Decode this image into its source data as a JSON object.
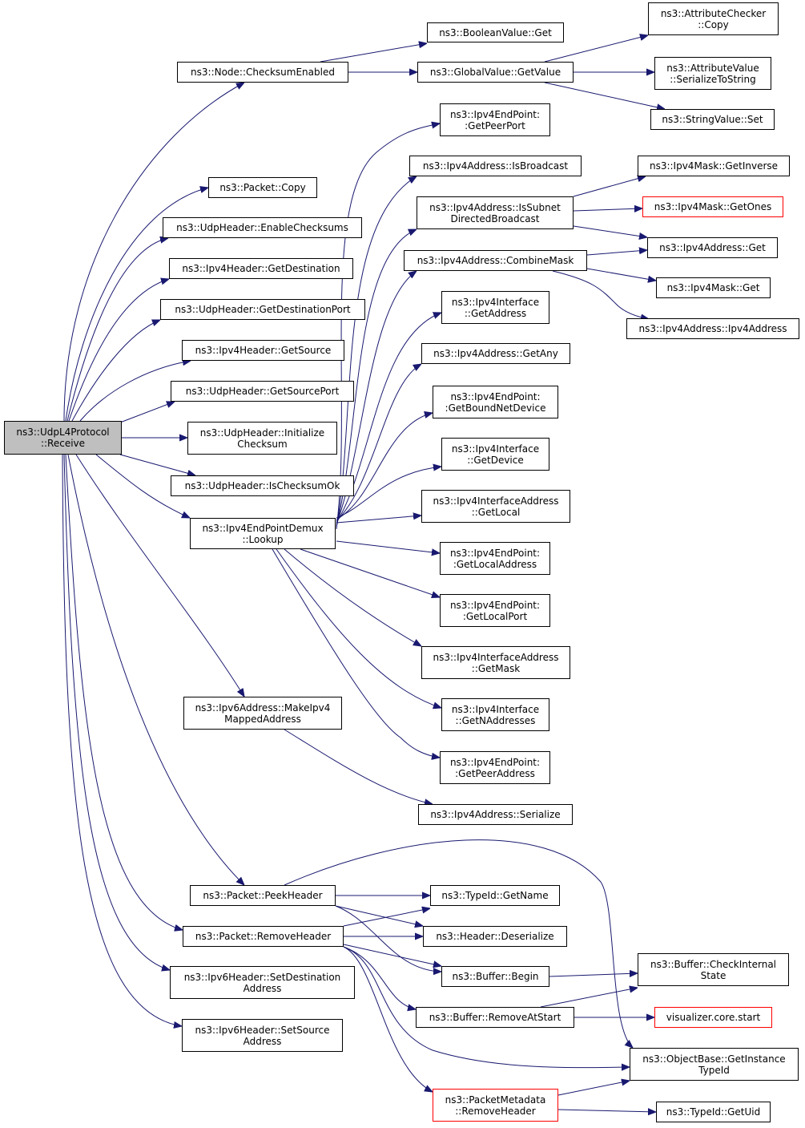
{
  "diagram": {
    "colors": {
      "edge": "#191970",
      "root_fill": "#bfbfbf",
      "node_border": "#000000",
      "incomplete_border": "#ff0000"
    },
    "nodes": {
      "udp_receive": "ns3::UdpL4Protocol\n::Receive",
      "node_checksum_enabled": "ns3::Node::ChecksumEnabled",
      "boolean_value_get": "ns3::BooleanValue::Get",
      "global_value_getvalue": "ns3::GlobalValue::GetValue",
      "attribute_checker_copy": "ns3::AttributeChecker\n::Copy",
      "attribute_value_serialize": "ns3::AttributeValue\n::SerializeToString",
      "string_value_set": "ns3::StringValue::Set",
      "packet_copy": "ns3::Packet::Copy",
      "udp_enable_checksums": "ns3::UdpHeader::EnableChecksums",
      "ipv4h_get_destination": "ns3::Ipv4Header::GetDestination",
      "udp_get_destination_port": "ns3::UdpHeader::GetDestinationPort",
      "ipv4h_get_source": "ns3::Ipv4Header::GetSource",
      "udp_get_source_port": "ns3::UdpHeader::GetSourcePort",
      "udp_initialize_checksum": "ns3::UdpHeader::Initialize\nChecksum",
      "udp_is_checksum_ok": "ns3::UdpHeader::IsChecksumOk",
      "demux_lookup": "ns3::Ipv4EndPointDemux\n::Lookup",
      "ep_get_peer_port": "ns3::Ipv4EndPoint:\n:GetPeerPort",
      "addr_is_broadcast": "ns3::Ipv4Address::IsBroadcast",
      "addr_is_subnet_bcast": "ns3::Ipv4Address::IsSubnet\nDirectedBroadcast",
      "addr_combine_mask": "ns3::Ipv4Address::CombineMask",
      "mask_get_inverse": "ns3::Ipv4Mask::GetInverse",
      "mask_get_ones": "ns3::Ipv4Mask::GetOnes",
      "addr_get": "ns3::Ipv4Address::Get",
      "mask_get": "ns3::Ipv4Mask::Get",
      "addr_ctor": "ns3::Ipv4Address::Ipv4Address",
      "if_get_address": "ns3::Ipv4Interface\n::GetAddress",
      "addr_get_any": "ns3::Ipv4Address::GetAny",
      "ep_get_bound_net_device": "ns3::Ipv4EndPoint:\n:GetBoundNetDevice",
      "if_get_device": "ns3::Ipv4Interface\n::GetDevice",
      "ifaddr_get_local": "ns3::Ipv4InterfaceAddress\n::GetLocal",
      "ep_get_local_address": "ns3::Ipv4EndPoint:\n:GetLocalAddress",
      "ep_get_local_port": "ns3::Ipv4EndPoint:\n:GetLocalPort",
      "ifaddr_get_mask": "ns3::Ipv4InterfaceAddress\n::GetMask",
      "if_get_n_addresses": "ns3::Ipv4Interface\n::GetNAddresses",
      "ep_get_peer_address": "ns3::Ipv4EndPoint:\n:GetPeerAddress",
      "ipv6_make_mapped": "ns3::Ipv6Address::MakeIpv4\nMappedAddress",
      "addr_serialize": "ns3::Ipv4Address::Serialize",
      "packet_peek_header": "ns3::Packet::PeekHeader",
      "typeid_get_name": "ns3::TypeId::GetName",
      "header_deserialize": "ns3::Header::Deserialize",
      "packet_remove_header": "ns3::Packet::RemoveHeader",
      "buffer_begin": "ns3::Buffer::Begin",
      "buffer_check_internal": "ns3::Buffer::CheckInternal\nState",
      "buffer_remove_at_start": "ns3::Buffer::RemoveAtStart",
      "visualizer_start": "visualizer.core.start",
      "objectbase_get_instance_typeid": "ns3::ObjectBase::GetInstance\nTypeId",
      "metadata_remove_header": "ns3::PacketMetadata\n::RemoveHeader",
      "typeid_get_uid": "ns3::TypeId::GetUid",
      "ipv6h_set_destination": "ns3::Ipv6Header::SetDestination\nAddress",
      "ipv6h_set_source": "ns3::Ipv6Header::SetSource\nAddress"
    }
  }
}
